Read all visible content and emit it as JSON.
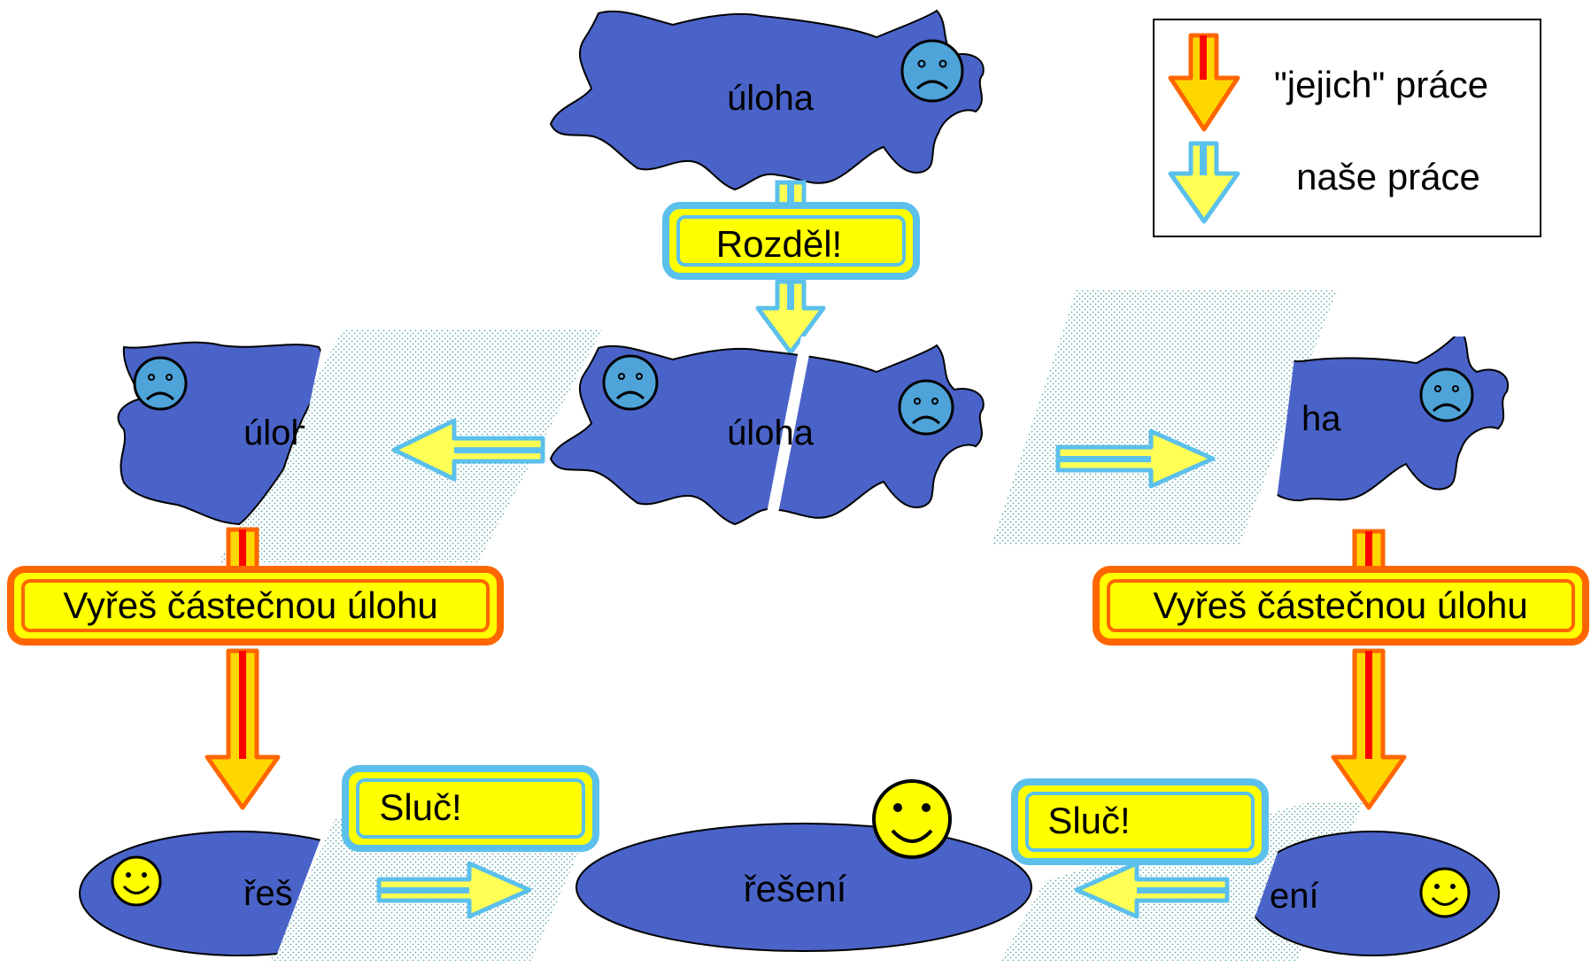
{
  "legend": {
    "their_work_label": "\"jejich\" práce",
    "our_work_label": "naše práce"
  },
  "task_label": "úloha",
  "task_label_left_fragment": "úloh",
  "task_label_right_fragment": "ha",
  "split_label": "Rozděl!",
  "cut_label": "Vyřeš částečnou úlohu",
  "merge_label": "Sluč!",
  "solution_label": "řešení",
  "solution_label_left_fragment": "řeš",
  "solution_label_right_fragment": "ení",
  "colors": {
    "blob_fill": "#4a63c8",
    "sad_face": "#4ea3d8",
    "happy_face": "#ffff00",
    "label_fill": "#ffff00",
    "our_arrow_border": "#5bc0eb",
    "their_arrow_border": "#ff6600",
    "their_arrow_core": "#ff0000",
    "hatch": "#5fa8a8"
  }
}
